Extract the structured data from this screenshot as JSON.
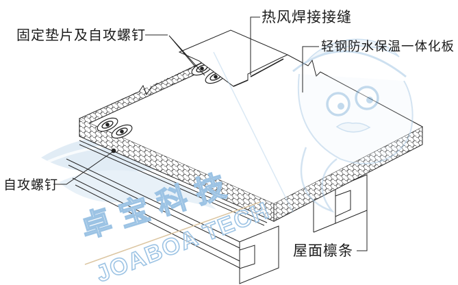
{
  "diagram": {
    "kind": "isometric-roof-panel-construction-detail",
    "labels": {
      "washer_screw": "固定垫片及自攻螺钉",
      "weld_seam": "热风焊接接缝",
      "panel": "轻钢防水保温一体化板",
      "screw": "自攻螺钉",
      "purlin": "屋面檩条"
    },
    "watermark": {
      "brand_cn": "卓宝科技",
      "brand_en": "JOABOA TECH"
    },
    "colors": {
      "line": "#222222",
      "background": "#ffffff",
      "watermark_blue": "#a9c9e5",
      "watermark_tan": "#dcc6a2"
    }
  }
}
